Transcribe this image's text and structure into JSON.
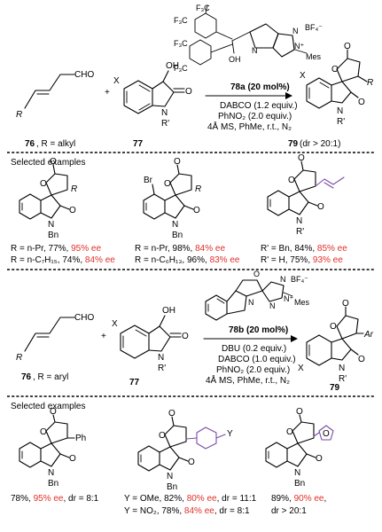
{
  "top": {
    "reagent_76": {
      "label": "76",
      "rest": ", R = alkyl",
      "cho": "CHO",
      "r": "R"
    },
    "reagent_77": {
      "label": "77",
      "oh": "OH",
      "o": "O",
      "n": "N",
      "r": "R'",
      "x": "X"
    },
    "catalyst": {
      "cf3": "F₃C",
      "bf4": "BF₄⁻",
      "mes": "Mes",
      "oh": "OH",
      "n": "N",
      "nplus": "N⁺"
    },
    "plus": "+",
    "conditions": [
      "78a (20 mol%)",
      "DABCO (1.2 equiv.)",
      "PhNO₂ (2.0 equiv.)",
      "4Å MS, PhMe, r.t., N₂"
    ],
    "product": {
      "label": "79",
      "rest": " (dr > 20:1)",
      "x": "X",
      "o": "O",
      "n": "N",
      "r": "R",
      "rp": "R'"
    },
    "selected_title": "Selected examples",
    "examples": [
      {
        "sub": "R",
        "lines": [
          {
            "main": "R = n-Pr, 77%, ",
            "ee": "95% ee"
          },
          {
            "main": "R = n-C₇H₁₅, 74%, ",
            "ee": "84% ee"
          }
        ]
      },
      {
        "sub": "Br / R",
        "lines": [
          {
            "main": "R = n-Pr, 98%, ",
            "ee": "84% ee"
          },
          {
            "main": "R = n-C₆H₁₃, 96%, ",
            "ee": "83% ee"
          }
        ]
      },
      {
        "sub": "R'",
        "lines": [
          {
            "main": "R' = Bn, 84%, ",
            "ee": "85% ee"
          },
          {
            "main": "R' = H, 75%, ",
            "ee": "93% ee"
          }
        ]
      }
    ],
    "bn": "Bn",
    "o": "O",
    "n": "N",
    "br": "Br",
    "r": "R",
    "rp": "R'"
  },
  "bottom": {
    "reagent_76": {
      "label": "76",
      "rest": ", R = aryl",
      "cho": "CHO",
      "r": "R"
    },
    "reagent_77": {
      "label": "77",
      "oh": "OH",
      "o": "O",
      "n": "N",
      "r": "R'",
      "x": "X"
    },
    "catalyst": {
      "bf4": "BF₄⁻",
      "mes": "Mes",
      "o": "O",
      "n": "N",
      "nplus": "N⁺"
    },
    "plus": "+",
    "conditions": [
      "78b (20 mol%)",
      "DBU (0.2 equiv.)",
      "DABCO (1.0 equiv.)",
      "PhNO₂ (2.0 equiv.)",
      "4Å MS, PhMe, r.t., N₂"
    ],
    "product": {
      "label": "79",
      "x": "X",
      "o": "O",
      "n": "N",
      "ar": "Ar",
      "rp": "R'"
    },
    "selected_title": "Selected examples",
    "examples": [
      {
        "sub": "Ph",
        "lines": [
          {
            "main": "78%, ",
            "ee": "95% ee",
            "tail": ", dr = 8:1"
          }
        ]
      },
      {
        "sub": "Y",
        "lines": [
          {
            "main": "Y = OMe, 82%, ",
            "ee": "80% ee",
            "tail": ", dr = 11:1"
          },
          {
            "main": "Y = NO₂, 78%, ",
            "ee": "84% ee",
            "tail": ", dr = 8:1"
          }
        ]
      },
      {
        "sub": "furyl",
        "lines": [
          {
            "main": "89%, ",
            "ee": "90% ee",
            "tail": ","
          },
          {
            "main": "dr > 20:1",
            "ee": "",
            "tail": ""
          }
        ]
      }
    ],
    "bn": "Bn",
    "o": "O",
    "n": "N",
    "ph": "Ph",
    "y": "Y"
  }
}
